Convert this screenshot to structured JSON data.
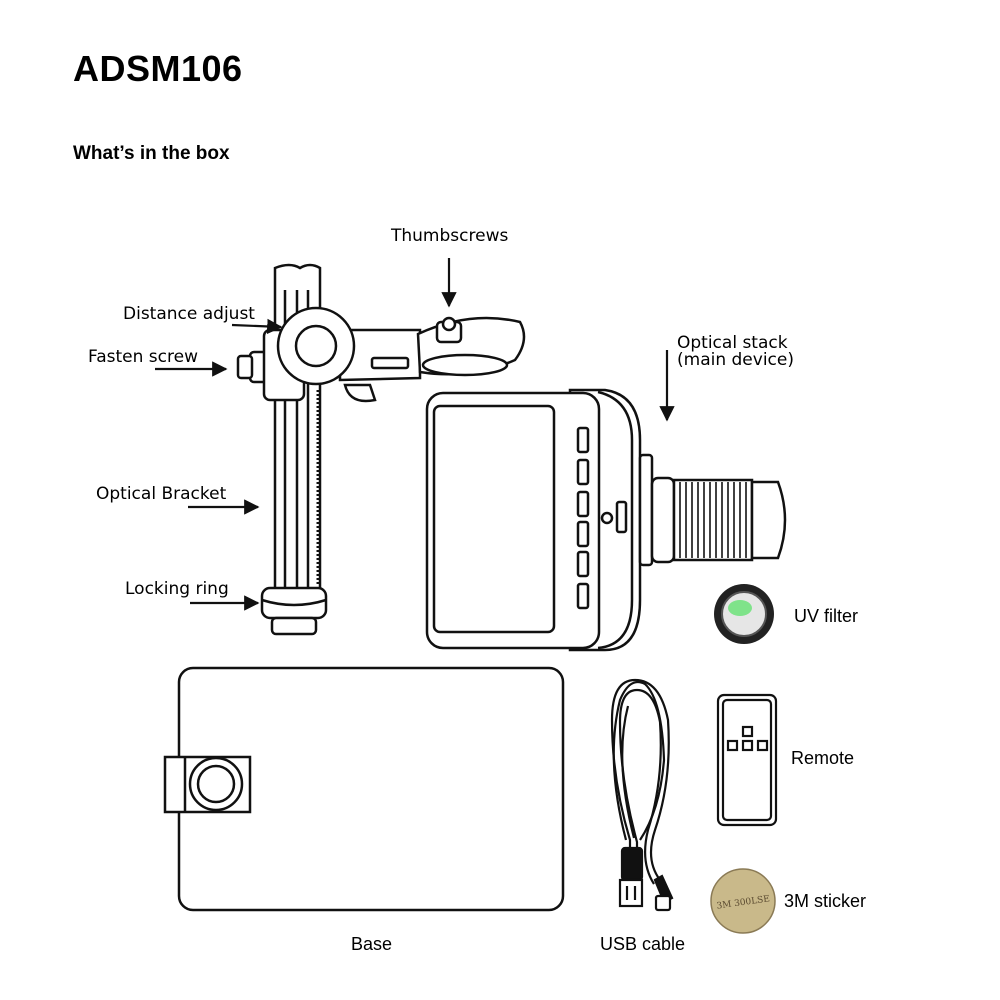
{
  "header": {
    "title": "ADSM106",
    "subtitle": "What’s in the box"
  },
  "labels": {
    "thumbscrews": "Thumbscrews",
    "distance_adjust": "Distance adjust",
    "fasten_screw": "Fasten screw",
    "optical_stack_line1": "Optical stack",
    "optical_stack_line2": "(main device)",
    "optical_bracket": "Optical Bracket",
    "locking_ring": "Locking ring",
    "uv_filter": "UV filter",
    "remote": "Remote",
    "sticker": "3M sticker",
    "base": "Base",
    "usb_cable": "USB cable",
    "sticker_print": "3M 300LSE"
  },
  "colors": {
    "line": "#111111",
    "sticker_fill": "#c9b98a",
    "filter_glow": "#7fe38a"
  }
}
